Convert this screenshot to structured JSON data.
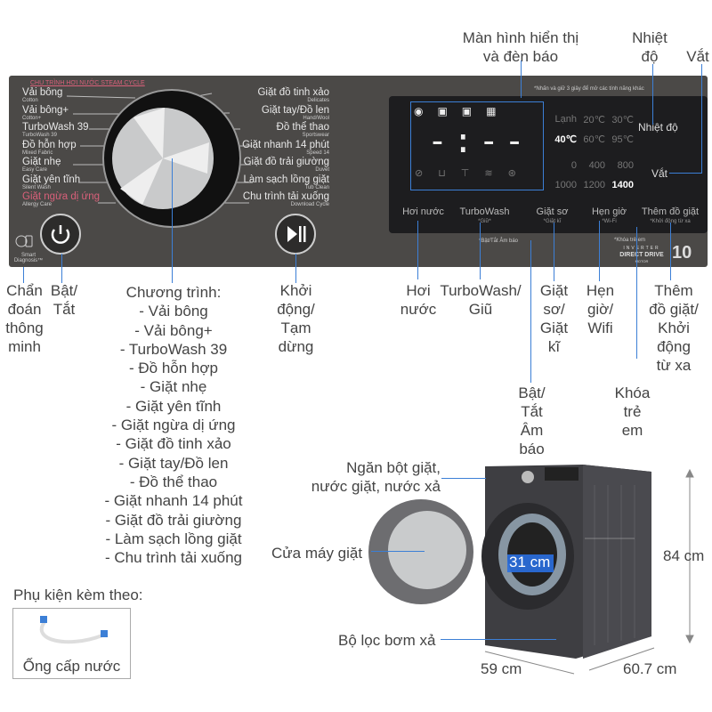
{
  "top_labels": {
    "display": [
      "Màn hình hiển thị",
      "và đèn báo"
    ],
    "temp": [
      "Nhiệt",
      "độ"
    ],
    "spin": "Vắt"
  },
  "panel": {
    "steam_header": "CHU TRÌNH HƠI NƯỚC STEAM CYCLE",
    "programs_left": [
      [
        "Vải bông",
        "Cotton"
      ],
      [
        "Vải bông+",
        "Cotton+"
      ],
      [
        "TurboWash 39",
        "TurboWash 39"
      ],
      [
        "Đồ hỗn hợp",
        "Mixed Fabric"
      ],
      [
        "Giặt nhẹ",
        "Easy Care"
      ],
      [
        "Giặt yên tĩnh",
        "Silent Wash"
      ],
      [
        "Giặt ngừa dị ứng",
        "Allergy Care"
      ]
    ],
    "programs_right": [
      [
        "Giặt đồ tinh xảo",
        "Delicates"
      ],
      [
        "Giặt tay/Đồ len",
        "Hand/Wool"
      ],
      [
        "Đồ thể thao",
        "Sportswear"
      ],
      [
        "Giặt nhanh 14 phút",
        "Speed 14"
      ],
      [
        "Giặt đồ trải giường",
        "Duvet"
      ],
      [
        "Làm sạch lồng giặt",
        "Tub Clean"
      ],
      [
        "Chu trình tải xuống",
        "Download Cycle"
      ]
    ],
    "smart_diagnosis": "Smart Diagnosis™",
    "hold_note": "*Nhấn và giữ 3 giây để mở các tính năng khác",
    "display": {
      "time": "-:--",
      "temps": [
        "Lạnh",
        "20℃",
        "30℃",
        "40℃",
        "60℃",
        "95℃"
      ],
      "temp_selected": "40℃",
      "spins": [
        "0",
        "400",
        "800",
        "1000",
        "1200",
        "1400"
      ],
      "spin_selected": "1400",
      "temp_label": "Nhiệt độ",
      "spin_label": "Vắt"
    },
    "buttons": [
      [
        "Hơi nước",
        ""
      ],
      [
        "TurboWash",
        "*Giữ*"
      ],
      [
        "Giặt sơ",
        "*Giặt kĩ"
      ],
      [
        "Hẹn giờ",
        "*Wi-Fi"
      ],
      [
        "Thêm đồ giặt",
        "*Khởi động từ xa"
      ]
    ],
    "beep_note": "*Bật/Tắt Âm báo",
    "lock_note": "*Khóa trẻ em",
    "brand": {
      "inverter": "INVERTER",
      "dd": "DIRECT DRIVE",
      "motor": "MOTOR",
      "warranty": "10"
    }
  },
  "callouts": {
    "smart": [
      "Chẩn",
      "đoán",
      "thông",
      "minh"
    ],
    "power": [
      "Bật/",
      "Tắt"
    ],
    "program_title": "Chương trình:",
    "program_list": [
      "- Vải bông",
      "- Vải bông+",
      "- TurboWash 39",
      "- Đồ hỗn hợp",
      "- Giặt nhẹ",
      "- Giặt yên tĩnh",
      "- Giặt ngừa dị ứng",
      "- Giặt đồ tinh xảo",
      "- Giặt tay/Đồ len",
      "- Đồ thể thao",
      "- Giặt nhanh 14 phút",
      "- Giặt đồ trải giường",
      "- Làm sạch lồng giặt",
      "- Chu trình tải xuống"
    ],
    "start": [
      "Khởi",
      "động/",
      "Tạm",
      "dừng"
    ],
    "steam": [
      "Hơi",
      "nước"
    ],
    "turbo": [
      "TurboWash/",
      "Giũ"
    ],
    "prewash": [
      "Giặt",
      "sơ/",
      "Giặt",
      "kĩ"
    ],
    "timer": [
      "Hẹn",
      "giờ/",
      "Wifi"
    ],
    "addwash": [
      "Thêm",
      "đồ giặt/",
      "Khởi",
      "động",
      "từ xa"
    ],
    "beep": [
      "Bật/",
      "Tắt",
      "Âm",
      "báo"
    ],
    "lock": [
      "Khóa",
      "trẻ",
      "em"
    ]
  },
  "machine": {
    "drawer": [
      "Ngăn bột giặt,",
      "nước giặt, nước xả"
    ],
    "door": "Cửa máy giặt",
    "filter": "Bộ lọc bơm xả",
    "door_diameter": "31 cm",
    "height": "84 cm",
    "width": "59 cm",
    "depth": "60.7 cm"
  },
  "accessory": {
    "title": "Phụ kiện kèm theo:",
    "item": "Ống cấp nước"
  },
  "colors": {
    "callout_line": "#3c7fd6",
    "panel": "#4b4947",
    "display": "#1d1d1f",
    "allergy": "#d9607a"
  }
}
